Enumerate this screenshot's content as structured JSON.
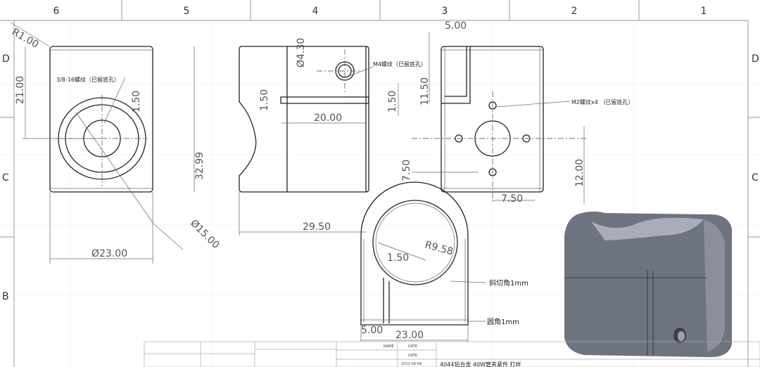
{
  "border": {
    "columns": [
      "6",
      "5",
      "4",
      "3",
      "2",
      "1"
    ],
    "rows": [
      "D",
      "C",
      "B"
    ]
  },
  "front_view": {
    "radius": "R1.00",
    "height_to_center": "21.00",
    "slot_width": "1.50",
    "overall_height": "32.99",
    "diameter_outer": "Ø15.00",
    "width": "Ø23.00",
    "thread_note": "3/8-16螺纹（已留底孔）"
  },
  "side_view": {
    "hole_diameter": "Ø4.30",
    "slot_width": "1.50",
    "slot_length": "20.00",
    "overall_length": "29.50",
    "thread_note": "M4螺纹（已留底孔）"
  },
  "right_view": {
    "slot_width": "5.00",
    "slot_depth": "11.50",
    "slot_gap": "1.50",
    "hole_offset_v": "7.50",
    "hole_offset_h": "7.50",
    "center_height": "12.00",
    "thread_note": "M2螺纹x4 （已留底孔）"
  },
  "bottom_view": {
    "radius": "R9.58",
    "slot_width": "1.50",
    "slot_offset": "5.00",
    "width": "23.00",
    "chamfer_note": "斜切角1mm",
    "fillet_note": "圆角1mm"
  },
  "title_block": {
    "name_label": "NAME",
    "date_label": "DATE",
    "date_label2": "DATE",
    "date": "2022-06-04",
    "title": "4044铝合金 40W管夹紧件 打样"
  },
  "colors": {
    "model_gray": "#6e7380",
    "line": "#222222"
  }
}
